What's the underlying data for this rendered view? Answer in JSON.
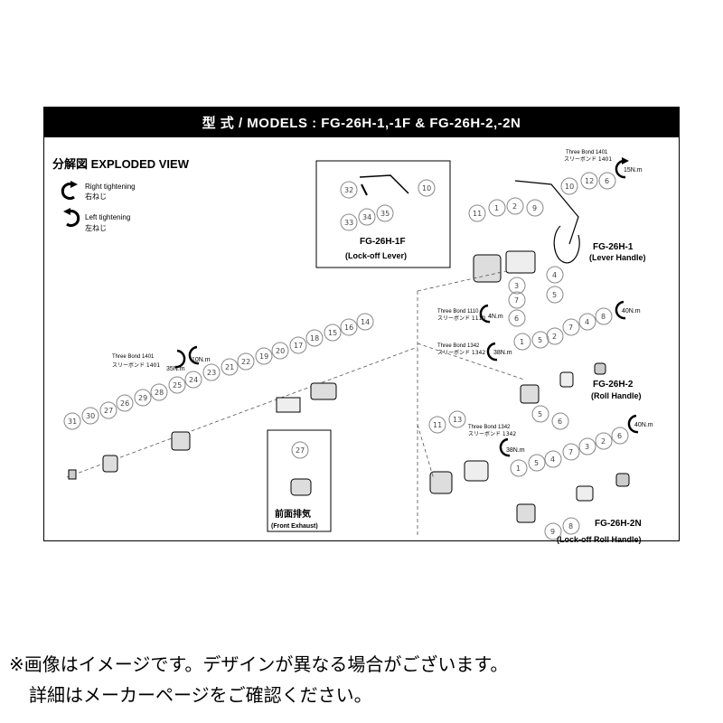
{
  "header": {
    "title": "型 式 / MODELS : FG-26H-1,-1F & FG-26H-2,-2N"
  },
  "section": {
    "title": "分解図  EXPLODED VIEW"
  },
  "legend": {
    "right_en": "Right tightening",
    "right_ja": "右ねじ",
    "left_en": "Left  tightening",
    "left_ja": "左ねじ"
  },
  "models": {
    "m1f": {
      "name": "FG-26H-1F",
      "sub": "(Lock-off Lever)"
    },
    "m1": {
      "name": "FG-26H-1",
      "sub": "(Lever Handle)"
    },
    "m2": {
      "name": "FG-26H-2",
      "sub": "(Roll Handle)"
    },
    "m2n": {
      "name": "FG-26H-2N",
      "sub": "(Lock-off  Roll Handle)"
    },
    "front": {
      "name": "前面排気",
      "sub": "(Front Exhaust)"
    }
  },
  "torques": {
    "t15": "15N.m",
    "t4": "4N.m",
    "t40a": "40N.m",
    "t38a": "38N.m",
    "t10": "10N.m",
    "t35": "35N.m",
    "t40b": "40N.m",
    "t38b": "38N.m"
  },
  "adhesives": {
    "a1401": {
      "en": "Three Bond  1401",
      "ja": "スリーボンド 1401"
    },
    "a1110": {
      "en": "Three Bond  1110",
      "ja": "スリーボンド 1110"
    },
    "a1342a": {
      "en": "Three Bond  1342",
      "ja": "スリーボンド 1342"
    },
    "a1401b": {
      "en": "Three Bond  1401",
      "ja": "スリーボンド 1401"
    },
    "a1342b": {
      "en": "Three Bond  1342",
      "ja": "スリーボンド 1342"
    }
  },
  "footer": {
    "line1": "※画像はイメージです。デザインが異なる場合がございます。",
    "line2": "詳細はメーカーページをご確認ください。"
  }
}
